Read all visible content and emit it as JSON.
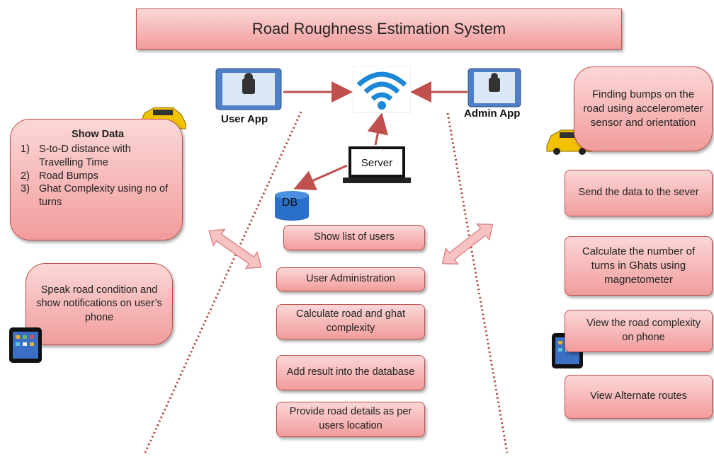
{
  "title": "Road Roughness Estimation System",
  "nodes": {
    "user_app": "User App",
    "admin_app": "Admin App",
    "server": "Server",
    "db": "DB"
  },
  "left": {
    "show_data": {
      "heading": "Show Data",
      "items": [
        {
          "num": "1)",
          "text": "S-to-D distance with Travelling Time"
        },
        {
          "num": "2)",
          "text": "Road Bumps"
        },
        {
          "num": "3)",
          "text": "Ghat Complexity using no of turns"
        }
      ]
    },
    "speak": "Speak road condition and show notifications on user’s phone"
  },
  "center": [
    "Show list of users",
    "User Administration",
    "Calculate road and ghat complexity",
    "Add result into the database",
    "Provide road details as per users location"
  ],
  "right": [
    "Finding bumps on the road using accelerometer sensor and orientation",
    "Send the data to the sever",
    "Calculate the number of turns in Ghats using magnetometer",
    "View the road complexity on phone",
    "View Alternate routes"
  ],
  "colors": {
    "box_fill": "#f5b3b3",
    "box_border": "#c0504d",
    "arrow": "#c0504d",
    "dotted_line": "#b03a2e"
  },
  "icons": [
    "android-phone-icon",
    "wifi-icon",
    "laptop-icon",
    "database-icon",
    "car-icon",
    "tablet-icon",
    "double-arrow-icon"
  ]
}
